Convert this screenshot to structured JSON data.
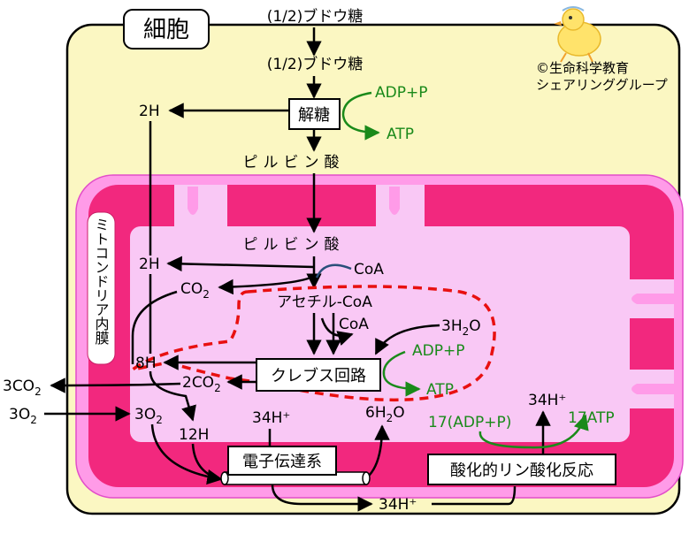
{
  "title": "細胞",
  "credit": {
    "line1": "©生命科学教育",
    "line2": "シェアリンググループ"
  },
  "membrane_label": "ミトコンドリア内膜",
  "glucose_top": "(1/2)ブドウ糖",
  "glucose_mid": "(1/2)ブドウ糖",
  "glycolysis": {
    "box": "解糖",
    "adp": "ADP+P",
    "atp": "ATP",
    "h": "2H"
  },
  "pyruvate_cyto": "ピルビン酸",
  "pyruvate_mito": "ピルビン酸",
  "pdh": {
    "h": "2H",
    "coa": "CoA",
    "co2": "CO",
    "co2_sub": "2"
  },
  "acetyl_coa": "アセチル-CoA",
  "krebs": {
    "box": "クレブス回路",
    "coa": "CoA",
    "water": "3H",
    "water_sub": "2",
    "water_tail": "O",
    "adp": "ADP+P",
    "atp": "ATP",
    "h": "8H",
    "co2": "2CO",
    "co2_sub": "2"
  },
  "outside": {
    "co2": "3CO",
    "co2_sub": "2",
    "o2": "3O",
    "o2_sub": "2"
  },
  "inside": {
    "o2": "3O",
    "o2_sub": "2",
    "h12": "12H",
    "h34": "34H⁺",
    "water": "6H",
    "water_sub": "2",
    "water_tail": "O"
  },
  "etc": {
    "box": "電子伝達系"
  },
  "oxphos": {
    "box": "酸化的リン酸化反応",
    "h34": "34H⁺",
    "adp": "17(ADP+P)",
    "atp": "17ATP"
  },
  "ims_h34": "34H⁺",
  "colors": {
    "cell_fill": "#fbf7c2",
    "outer_membrane": "#ff9be8",
    "inner_membrane": "#f2287e",
    "matrix": "#f9c8f5",
    "cycle_dash": "#e81010",
    "green_text": "#1a8a1a"
  }
}
